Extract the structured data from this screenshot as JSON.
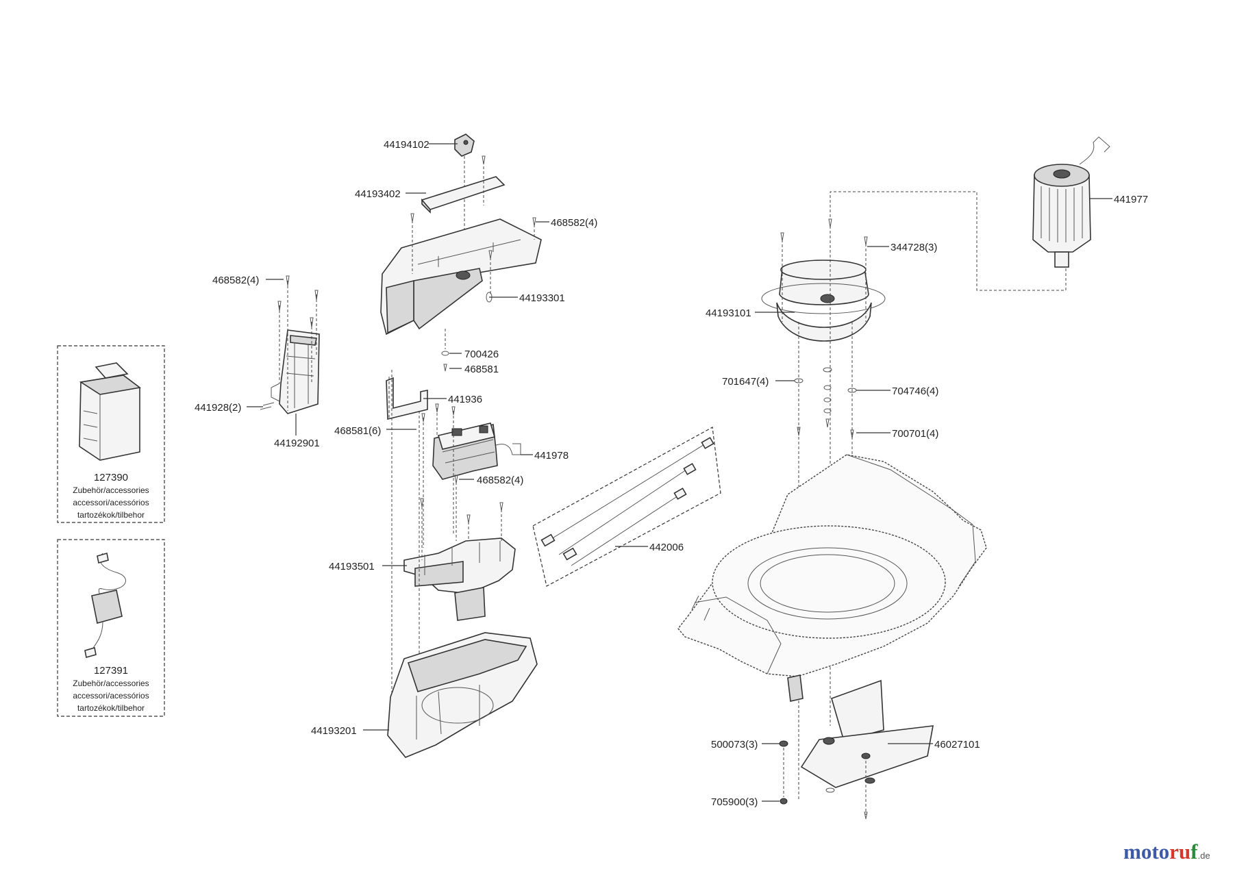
{
  "labels": {
    "p44194102": "44194102",
    "p44193402": "44193402",
    "p468582_top": "468582(4)",
    "p468582_left": "468582(4)",
    "p44193301": "44193301",
    "p700426": "700426",
    "p468581": "468581",
    "p441936": "441936",
    "p441928": "441928(2)",
    "p44192901": "44192901",
    "p468581_6": "468581(6)",
    "p441978": "441978",
    "p468582_mid": "468582(4)",
    "p44193501": "44193501",
    "p44193201": "44193201",
    "p442006": "442006",
    "p441977": "441977",
    "p344728": "344728(3)",
    "p44193101": "44193101",
    "p701647": "701647(4)",
    "p704746": "704746(4)",
    "p700701": "700701(4)",
    "p500073": "500073(3)",
    "p46027101": "46027101",
    "p705900": "705900(3)"
  },
  "accessories": [
    {
      "number": "127390",
      "lines": [
        "Zubehör/accessories",
        "accessori/acessórios",
        "tartozékok/tilbehor"
      ]
    },
    {
      "number": "127391",
      "lines": [
        "Zubehör/accessories",
        "accessori/acessórios",
        "tartozékok/tilbehor"
      ]
    }
  ],
  "brand": {
    "part_a": "moto",
    "part_b": "ru",
    "part_c": "f",
    "suffix": ".de"
  },
  "colors": {
    "brand_blue": "#3d5aa8",
    "brand_red": "#d43a2c",
    "brand_green": "#2a8a3a"
  }
}
